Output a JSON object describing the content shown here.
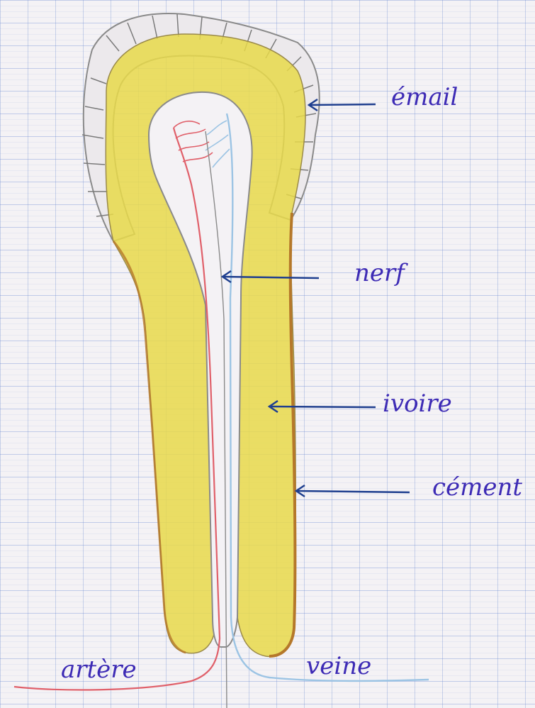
{
  "labels": {
    "email": "émail",
    "nerf": "nerf",
    "ivoire": "ivoire",
    "cement": "cément",
    "artere": "artère",
    "veine": "veine"
  },
  "colors": {
    "paper": "#f4f2f5",
    "grid": "#6e8cd2",
    "ivory_fill": "#e8d94a",
    "enamel_outline": "#8a8a8a",
    "cement_line": "#b5782a",
    "artery": "#e0606a",
    "vein": "#9cc4e4",
    "arrow": "#1f3f8f",
    "label_ink": "#3d2bb5"
  }
}
